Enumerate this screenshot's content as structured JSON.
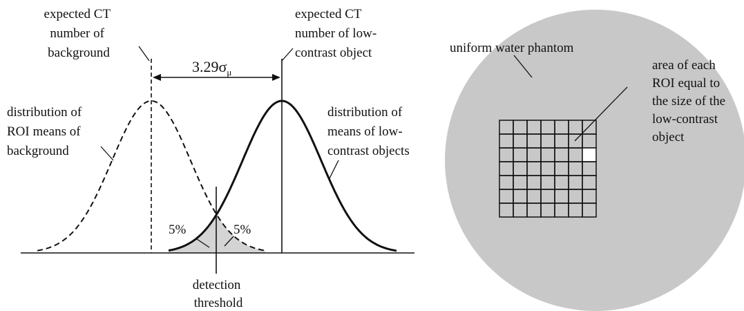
{
  "left_panel": {
    "label_background_ct": [
      "expected CT",
      "number of",
      "background"
    ],
    "label_object_ct": [
      "expected CT",
      "number of low-",
      "contrast object"
    ],
    "separation_label": "3.29",
    "separation_symbol": "σ",
    "separation_subscript": "μ",
    "label_background_distribution": [
      "distribution of",
      "ROI means of",
      "background"
    ],
    "label_object_distribution": [
      "distribution of",
      "means of low-",
      "contrast objects"
    ],
    "tail_percent_left": "5%",
    "tail_percent_right": "5%",
    "threshold_label": [
      "detection",
      "threshold"
    ]
  },
  "right_panel": {
    "phantom_label": "uniform water phantom",
    "roi_label": [
      "area of each",
      "ROI equal to",
      "the size of the",
      "low-contrast",
      "object"
    ],
    "roi_grid": {
      "rows": 7,
      "cols": 7,
      "highlighted_row": 2,
      "highlighted_col": 6
    }
  },
  "colors": {
    "phantom_fill": "#c8c8c8",
    "tail_fill": "#d4d4d4",
    "line": "#111111",
    "highlight_cell": "#ffffff"
  }
}
